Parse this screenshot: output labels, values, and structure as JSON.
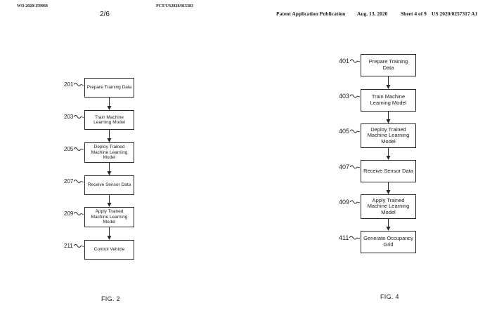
{
  "left_page": {
    "header_left": "WO 2020/159968",
    "header_center": "PCT/US2020/015383",
    "sheet": "2/6",
    "figure_label": "FIG. 2",
    "steps": [
      {
        "ref": "201",
        "text": "Prepare Training Data"
      },
      {
        "ref": "203",
        "text": "Train Machine Learning Model"
      },
      {
        "ref": "205",
        "text": "Deploy Trained Machine Learning Model"
      },
      {
        "ref": "207",
        "text": "Receive Sensor Data"
      },
      {
        "ref": "209",
        "text": "Apply Trained Machine Learning Model"
      },
      {
        "ref": "211",
        "text": "Control Vehicle"
      }
    ]
  },
  "right_page": {
    "header_pub": "Patent Application Publication",
    "header_date": "Aug. 13, 2020",
    "header_sheet": "Sheet 4 of 9",
    "header_number": "US 2020/0257317 A1",
    "figure_label": "FIG. 4",
    "steps": [
      {
        "ref": "401",
        "text": "Prepare Training Data"
      },
      {
        "ref": "403",
        "text": "Train Machine Learning Model"
      },
      {
        "ref": "405",
        "text": "Deploy Trained Machine Learning Model"
      },
      {
        "ref": "407",
        "text": "Receive Sensor Data"
      },
      {
        "ref": "409",
        "text": "Apply Trained Machine Learning Model"
      },
      {
        "ref": "411",
        "text": "Generate Occupancy Grid"
      }
    ]
  }
}
